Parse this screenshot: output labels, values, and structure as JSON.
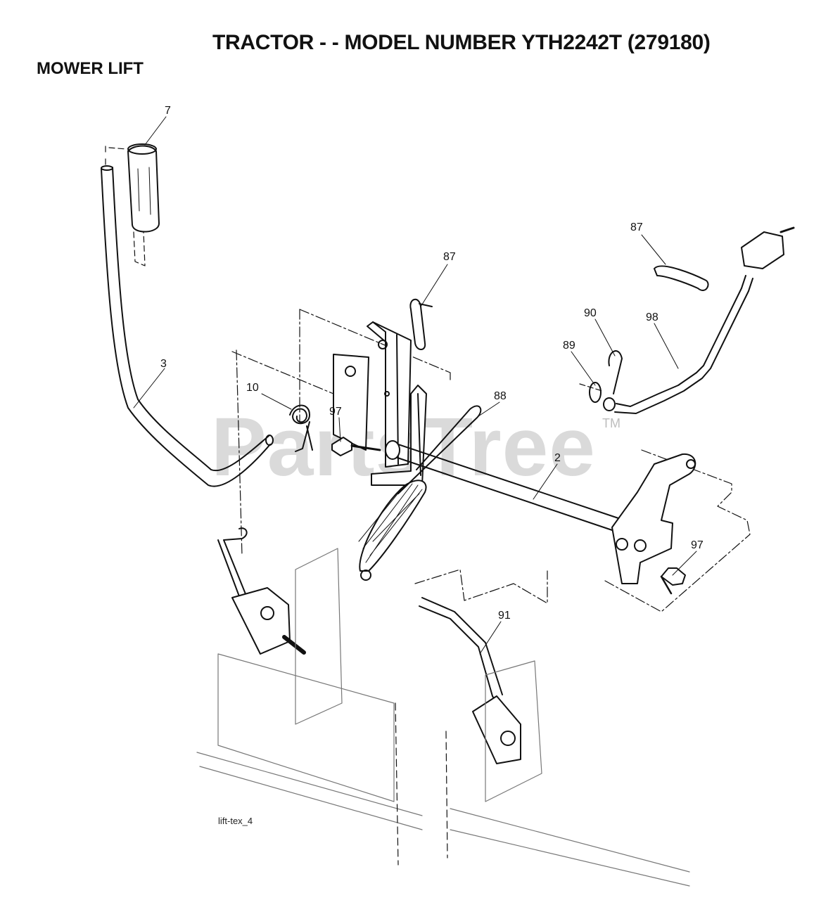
{
  "header": {
    "title": "TRACTOR - - MODEL NUMBER YTH2242T (279180)",
    "section": "MOWER LIFT"
  },
  "watermark": {
    "text": "PartsTree",
    "tm": "TM"
  },
  "diagram_ref": "lift-tex_4",
  "callouts": [
    "7",
    "87",
    "87",
    "3",
    "90",
    "98",
    "89",
    "10",
    "97",
    "88",
    "2",
    "97",
    "91"
  ]
}
